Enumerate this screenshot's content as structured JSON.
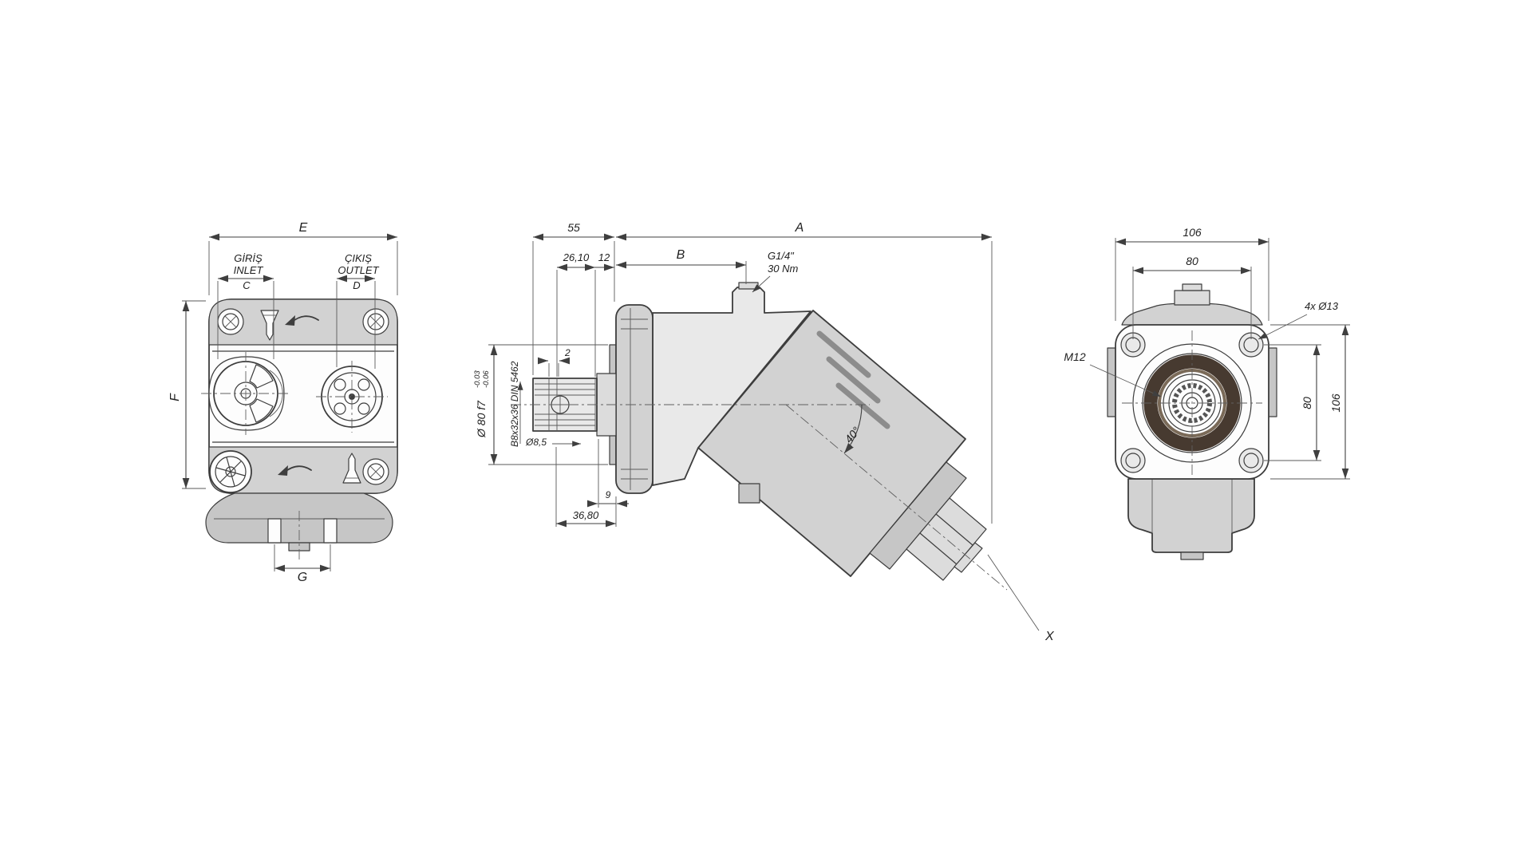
{
  "drawing": {
    "background": "#ffffff",
    "line_color": "#3d3d3d",
    "body_fill": "#d2d2d2",
    "seal_ring_color": "#473a30"
  },
  "front_view": {
    "dim_width": "E",
    "inlet_label_line1": "GİRİŞ",
    "inlet_label_line2": "INLET",
    "dim_inlet": "C",
    "outlet_label_line1": "ÇIKIŞ",
    "outlet_label_line2": "OUTLET",
    "dim_outlet": "D",
    "dim_height": "F",
    "dim_foot": "G",
    "icons": [
      "oil-funnel-icon",
      "rotation-arrow-icon",
      "rotation-arrow-icon",
      "oil-drain-funnel-icon"
    ]
  },
  "side_view": {
    "dim_shaft_length": "55",
    "dim_spline_length": "26,10",
    "dim_step": "12",
    "dim_b": "B",
    "dim_overall": "A",
    "port_thread": "G1/4\"",
    "port_torque": "30 Nm",
    "dim_chamfer": "2",
    "shaft_diameter": "Ø 80 f7",
    "shaft_tol_upper": "-0.03",
    "shaft_tol_lower": "-0.06",
    "spline_spec": "B8x32x36 DIN 5462",
    "dim_center_hole": "Ø8,5",
    "dim_9": "9",
    "dim_36_80": "36,80",
    "bend_angle": "40°",
    "detail_ref": "X"
  },
  "rear_view": {
    "dim_flange_width": "106",
    "dim_bolt_spacing_h": "80",
    "bolt_holes_label": "4x Ø13",
    "shaft_thread": "M12",
    "dim_bolt_spacing_v": "80",
    "dim_flange_height": "106"
  }
}
